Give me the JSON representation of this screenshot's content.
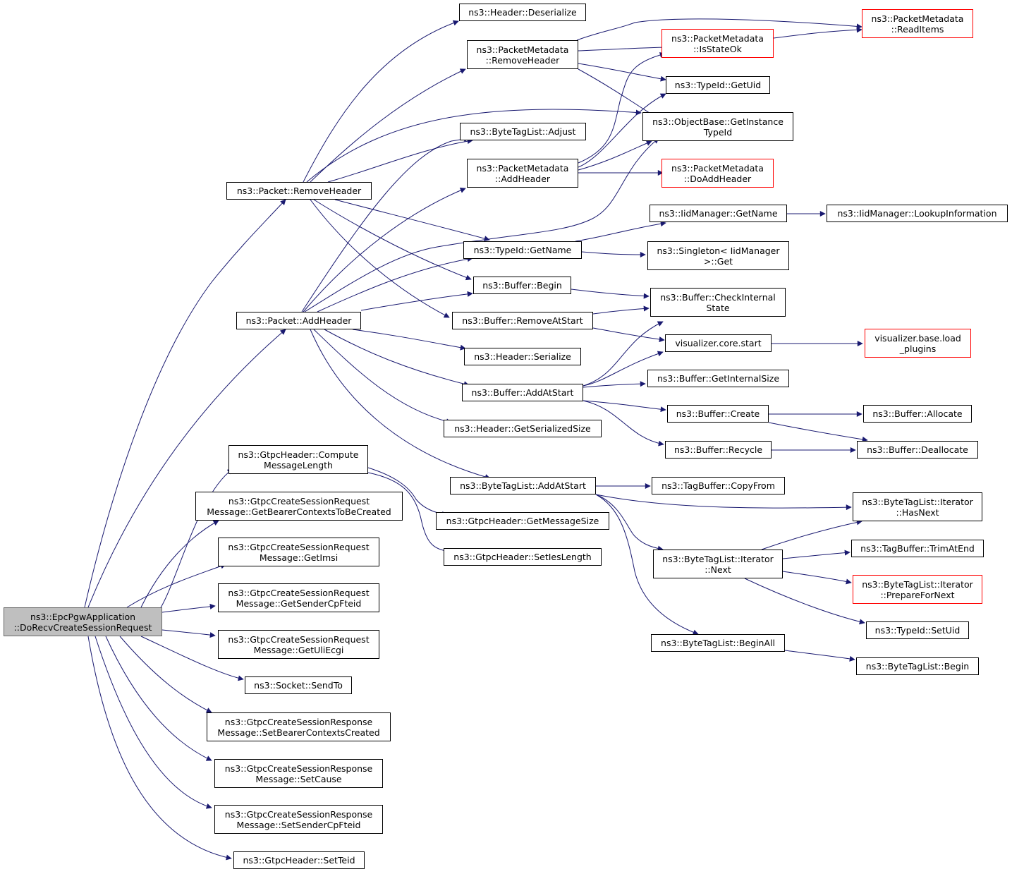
{
  "colors": {
    "edge": "#191970",
    "node_border": "#000000",
    "truncated_border": "#ff0000",
    "root_fill": "#bfbfbf"
  },
  "nodes": {
    "root": [
      "ns3::EpcPgwApplication",
      "::DoRecvCreateSessionRequest"
    ],
    "packet_removeheader": [
      "ns3::Packet::RemoveHeader"
    ],
    "packet_addheader": [
      "ns3::Packet::AddHeader"
    ],
    "gtpc_computemsglen": [
      "ns3::GtpcHeader::Compute",
      "MessageLength"
    ],
    "getbearerctx": [
      "ns3::GtpcCreateSessionRequest",
      "Message::GetBearerContextsToBeCreated"
    ],
    "getimsi": [
      "ns3::GtpcCreateSessionRequest",
      "Message::GetImsi"
    ],
    "getsendercpfteid": [
      "ns3::GtpcCreateSessionRequest",
      "Message::GetSenderCpFteid"
    ],
    "getuliecgi": [
      "ns3::GtpcCreateSessionRequest",
      "Message::GetUliEcgi"
    ],
    "socket_sendto": [
      "ns3::Socket::SendTo"
    ],
    "setbearerctx": [
      "ns3::GtpcCreateSessionResponse",
      "Message::SetBearerContextsCreated"
    ],
    "setcause": [
      "ns3::GtpcCreateSessionResponse",
      "Message::SetCause"
    ],
    "setsendercpfteid": [
      "ns3::GtpcCreateSessionResponse",
      "Message::SetSenderCpFteid"
    ],
    "gtpc_setteid": [
      "ns3::GtpcHeader::SetTeid"
    ],
    "header_deserialize": [
      "ns3::Header::Deserialize"
    ],
    "pm_removeheader": [
      "ns3::PacketMetadata",
      "::RemoveHeader"
    ],
    "btl_adjust": [
      "ns3::ByteTagList::Adjust"
    ],
    "pm_addheader": [
      "ns3::PacketMetadata",
      "::AddHeader"
    ],
    "typeid_getname": [
      "ns3::TypeId::GetName"
    ],
    "buffer_begin": [
      "ns3::Buffer::Begin"
    ],
    "buffer_removeatstart": [
      "ns3::Buffer::RemoveAtStart"
    ],
    "header_serialize": [
      "ns3::Header::Serialize"
    ],
    "buffer_addatstart": [
      "ns3::Buffer::AddAtStart"
    ],
    "header_getserializedsize": [
      "ns3::Header::GetSerializedSize"
    ],
    "btl_addatstart": [
      "ns3::ByteTagList::AddAtStart"
    ],
    "gtpc_getmessagesize": [
      "ns3::GtpcHeader::GetMessageSize"
    ],
    "gtpc_setieslength": [
      "ns3::GtpcHeader::SetIesLength"
    ],
    "pm_readitems": [
      "ns3::PacketMetadata",
      "::ReadItems"
    ],
    "pm_isstateok": [
      "ns3::PacketMetadata",
      "::IsStateOk"
    ],
    "typeid_getuid": [
      "ns3::TypeId::GetUid"
    ],
    "objectbase_getinstancetypeid": [
      "ns3::ObjectBase::GetInstance",
      "TypeId"
    ],
    "pm_doaddheader": [
      "ns3::PacketMetadata",
      "::DoAddHeader"
    ],
    "iidmanager_getname": [
      "ns3::IidManager::GetName"
    ],
    "iidmanager_lookupinformation": [
      "ns3::IidManager::LookupInformation"
    ],
    "singleton_get": [
      "ns3::Singleton< IidManager",
      ">::Get"
    ],
    "buffer_checkinternalstate": [
      "ns3::Buffer::CheckInternal",
      "State"
    ],
    "visualizer_core_start": [
      "visualizer.core.start"
    ],
    "visualizer_base_loadplugins": [
      "visualizer.base.load",
      "_plugins"
    ],
    "buffer_getinternalsize": [
      "ns3::Buffer::GetInternalSize"
    ],
    "buffer_create": [
      "ns3::Buffer::Create"
    ],
    "buffer_allocate": [
      "ns3::Buffer::Allocate"
    ],
    "buffer_recycle": [
      "ns3::Buffer::Recycle"
    ],
    "buffer_deallocate": [
      "ns3::Buffer::Deallocate"
    ],
    "tagbuffer_copyfrom": [
      "ns3::TagBuffer::CopyFrom"
    ],
    "btl_iterator_hasnext": [
      "ns3::ByteTagList::Iterator",
      "::HasNext"
    ],
    "btl_iterator_next": [
      "ns3::ByteTagList::Iterator",
      "::Next"
    ],
    "tagbuffer_trimatend": [
      "ns3::TagBuffer::TrimAtEnd"
    ],
    "btl_iterator_prepare": [
      "ns3::ByteTagList::Iterator",
      "::PrepareForNext"
    ],
    "typeid_setuid": [
      "ns3::TypeId::SetUid"
    ],
    "btl_beginall": [
      "ns3::ByteTagList::BeginAll"
    ],
    "btl_begin": [
      "ns3::ByteTagList::Begin"
    ]
  }
}
